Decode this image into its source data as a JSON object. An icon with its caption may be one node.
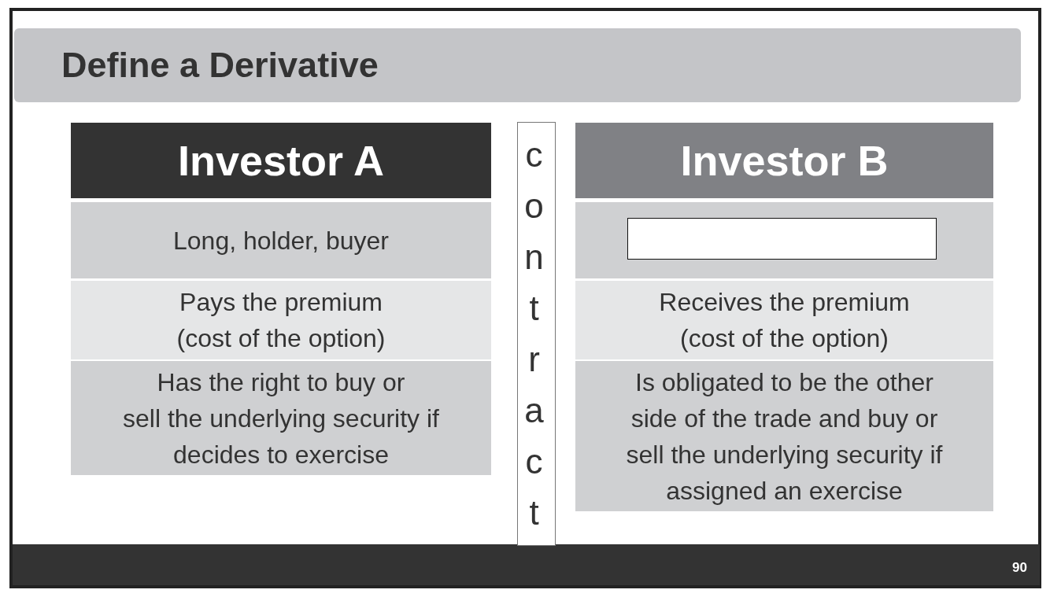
{
  "diagram": {
    "title": "Define a Derivative",
    "nodes": [
      {
        "text": [
          "Investor A"
        ]
      },
      {
        "text": [
          "Long, holder, buyer"
        ]
      },
      {
        "text": [
          "Pays the premium (cost of the option)"
        ]
      },
      {
        "text": [
          "Has the right to buy or sell the underlying security if decides to exercise"
        ]
      },
      {
        "text": [
          "contract"
        ]
      },
      {
        "text": [
          "Investor B"
        ]
      },
      {
        "text": [],
        "shape": "box"
      },
      {
        "text": [],
        "shape": "box",
        "in": 6
      },
      {
        "text": [
          "Receives the premium (cost of the option)"
        ]
      },
      {
        "text": [
          "Is obligated to be the other side of the trade and buy or sell the underlying security if assigned an exercise"
        ]
      }
    ],
    "labels": [
      "90"
    ]
  }
}
